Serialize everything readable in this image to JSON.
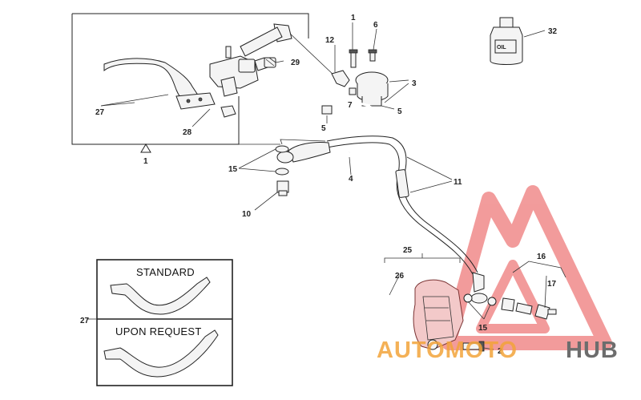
{
  "callouts": {
    "n1_top": "1",
    "n1_box": "1",
    "n2": "2",
    "n3": "3",
    "n4": "4",
    "n5_a": "5",
    "n5_b": "5",
    "n6": "6",
    "n7": "7",
    "n10": "10",
    "n11": "11",
    "n12": "12",
    "n15_a": "15",
    "n15_b": "15",
    "n16": "16",
    "n17": "17",
    "n25": "25",
    "n26": "26",
    "n27_a": "27",
    "n27_b": "27",
    "n28": "28",
    "n29": "29",
    "n32": "32"
  },
  "lever_box": {
    "standard_label": "STANDARD",
    "upon_request_label": "UPON REQUEST"
  },
  "bottle_label": "OIL",
  "watermark": {
    "part1": "AUTOMOTO",
    "part2": "HUB",
    "color_orange": "#f3a43a",
    "color_grey": "#6d6d6d",
    "color_red": "#e84a4a"
  }
}
